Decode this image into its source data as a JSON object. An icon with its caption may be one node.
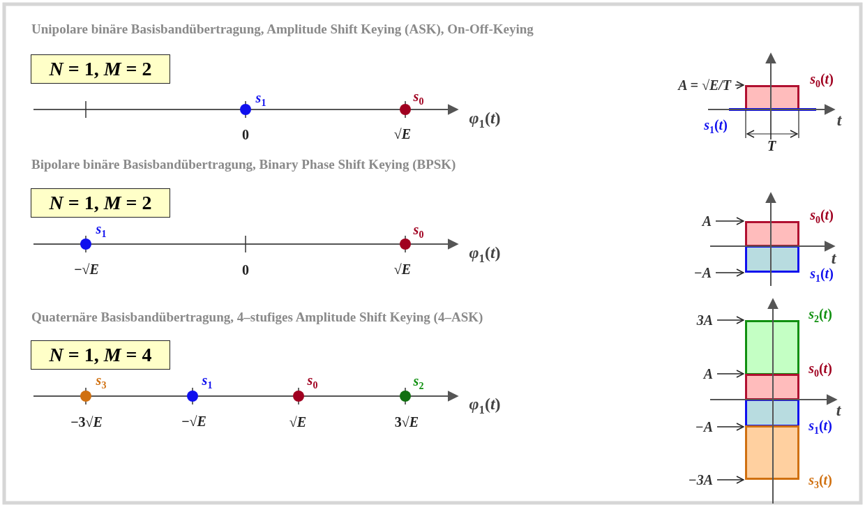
{
  "diagram": {
    "nodes": [
      {
        "text": [
          "*N* = 1, *M* = 2"
        ]
      },
      {
        "text": [
          "A = √E/T"
        ]
      },
      {
        "text": [],
        "shape": "box"
      },
      {
        "text": [
          "*N* = 1, *M* = 2"
        ]
      },
      {
        "text": [
          "A"
        ]
      },
      {
        "text": [
          "−A"
        ]
      },
      {
        "text": [],
        "shape": "box"
      },
      {
        "text": [],
        "shape": "box"
      },
      {
        "text": [
          "*N* = 1, *M* = 4"
        ]
      },
      {
        "text": [
          "3A"
        ]
      },
      {
        "text": [
          "A"
        ]
      },
      {
        "text": [
          "−A"
        ]
      },
      {
        "text": [
          "−3A"
        ]
      },
      {
        "text": [],
        "shape": "box"
      },
      {
        "text": [],
        "shape": "box"
      },
      {
        "text": [],
        "shape": "box"
      },
      {
        "text": [],
        "shape": "box"
      }
    ],
    "edges": [
      {
        "from": 1,
        "to": 2,
        "arrow": "to"
      },
      {
        "from": 4,
        "to": 6,
        "arrow": "to"
      },
      {
        "from": 5,
        "to": 7,
        "arrow": "to"
      },
      {
        "from": 9,
        "to": 13,
        "arrow": "to"
      },
      {
        "from": 10,
        "to": 14,
        "arrow": "to"
      },
      {
        "from": 11,
        "to": 15,
        "arrow": "to"
      },
      {
        "from": 12,
        "to": 16,
        "arrow": "to"
      }
    ],
    "labels": [
      "Unipolare binäre Basisbandübertragung, Amplitude Shift Keying (ASK), On-Off-Keying",
      "*s*$_{1}$",
      "*s*$_{0}$",
      "0",
      "√*E*",
      "*φ*$_{1}$(*t*)",
      "*s*$_{0}$(*t*)",
      "*t*",
      "*s*$_{1}$(*t*)",
      "*T*",
      "Bipolare binäre Basisbandübertragung, Binary Phase Shift Keying (BPSK)",
      "*s*$_{1}$",
      "*s*$_{0}$",
      "−√*E*",
      "0",
      "√*E*",
      "*φ*$_{1}$(*t*)",
      "*s*$_{0}$(*t*)",
      "*t*",
      "*s*$_{1}$(*t*)",
      "Quaternäre Basisbandübertragung, 4–stufiges Amplitude Shift Keying (4–ASK)",
      "*s*$_{3}$",
      "*s*$_{1}$",
      "*s*$_{0}$",
      "*s*$_{2}$",
      "−3√*E*",
      "−√*E*",
      "√*E*",
      "3√*E*",
      "*φ*$_{1}$(*t*)",
      "*s*$_{2}$(*t*)",
      "*s*$_{0}$(*t*)",
      "*t*",
      "*s*$_{1}$(*t*)",
      "*s*$_{3}$(*t*)"
    ]
  }
}
